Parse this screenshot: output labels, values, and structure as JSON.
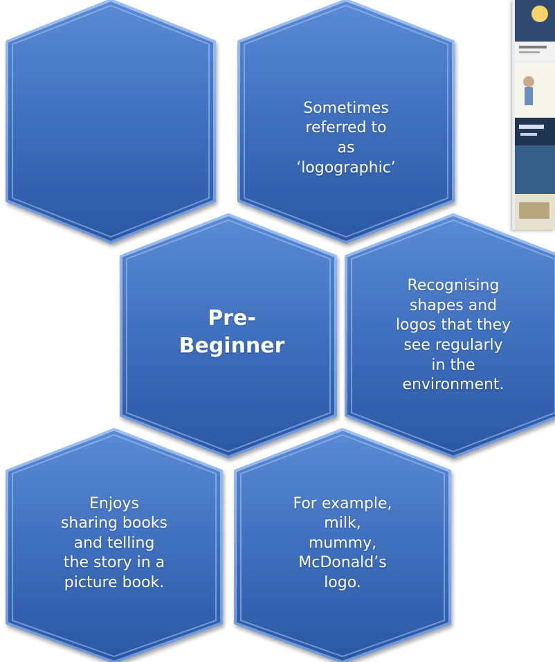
{
  "diagram": {
    "hexagons": [
      {
        "id": "hex-blank",
        "text": ""
      },
      {
        "id": "hex-logographic",
        "text": "Sometimes referred to as ‘logographic’"
      },
      {
        "id": "hex-title",
        "text": "Pre-Beginner"
      },
      {
        "id": "hex-recognising",
        "text": "Recognising shapes and logos that they see regularly in the environment."
      },
      {
        "id": "hex-enjoys",
        "text": "Enjoys sharing books and telling the story in a picture book."
      },
      {
        "id": "hex-example",
        "text": "For example, milk, mummy, McDonald’s logo."
      }
    ],
    "lines": {
      "logographic": [
        "Sometimes",
        "referred to",
        "as",
        "‘logographic’"
      ],
      "title": [
        "Pre-",
        "Beginner"
      ],
      "recognising": [
        "Recognising",
        "shapes and",
        "logos that they",
        "see regularly",
        "in the",
        "environment."
      ],
      "enjoys": [
        "Enjoys",
        "sharing books",
        "and telling",
        "the story in a",
        "picture book."
      ],
      "example": [
        "For example,",
        "milk,",
        "mummy,",
        "McDonald’s",
        "logo."
      ]
    },
    "colors": {
      "hex_fill_top": "#5a8ad4",
      "hex_fill_bottom": "#2b5aa8",
      "hex_border": "#8fb3e8",
      "text": "#ffffff"
    }
  },
  "photo": {
    "icon": "book-covers-photo"
  }
}
